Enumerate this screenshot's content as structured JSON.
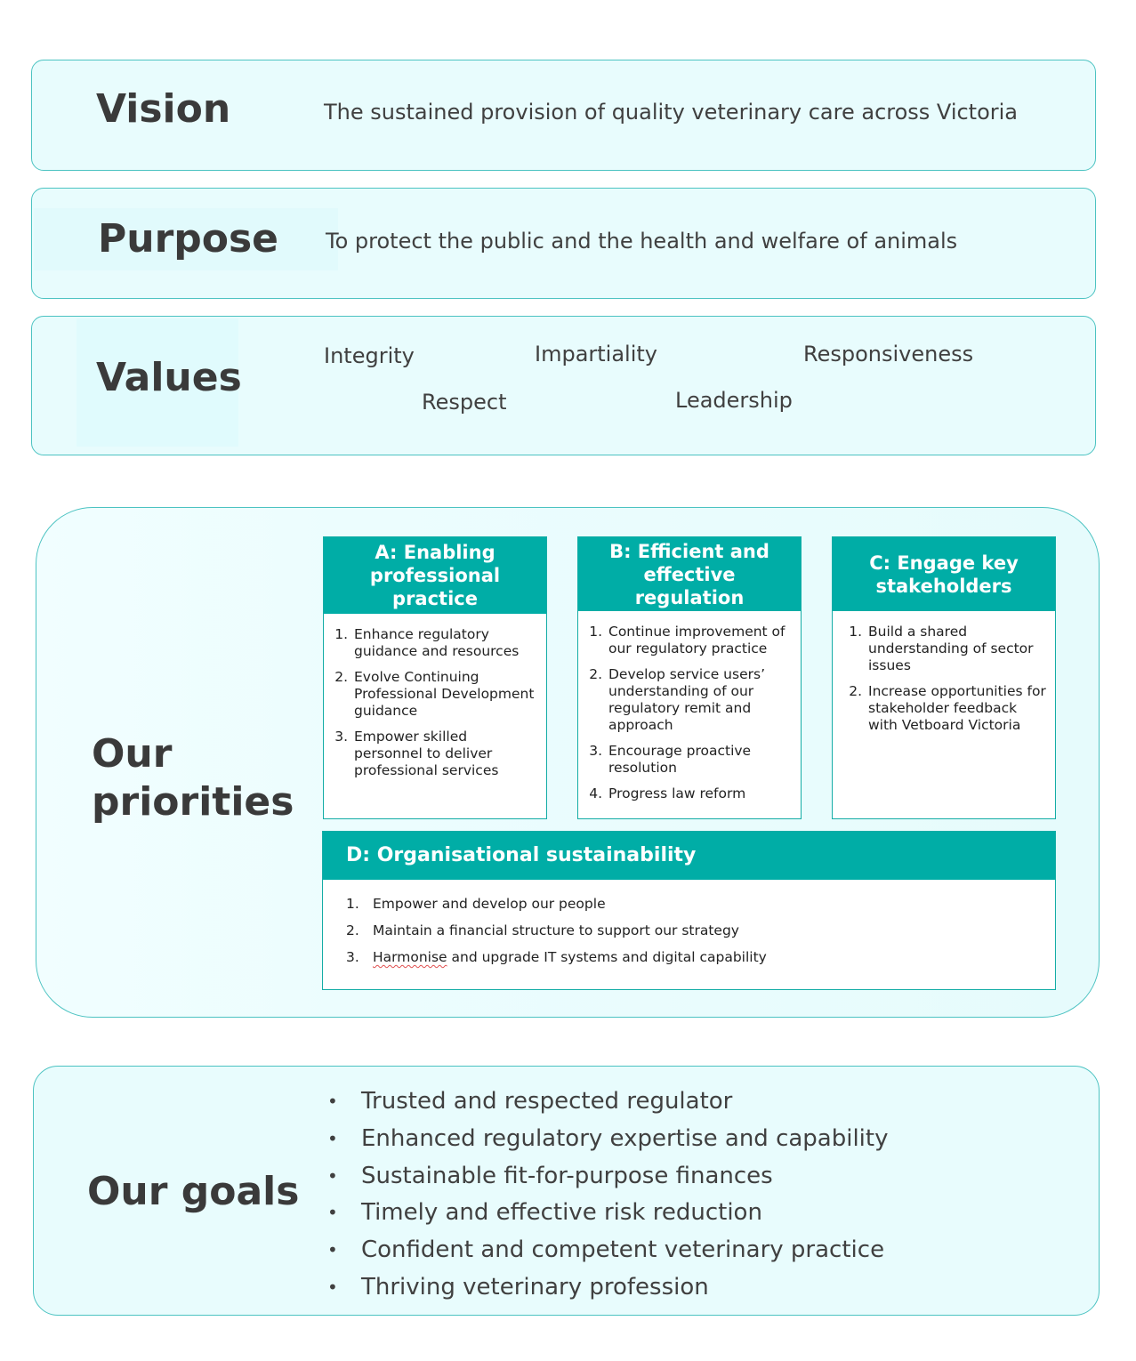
{
  "vision": {
    "heading": "Vision",
    "text": "The sustained provision of quality veterinary care across Victoria"
  },
  "purpose": {
    "heading": "Purpose",
    "text": "To protect the public and the health and welfare of animals"
  },
  "values": {
    "heading": "Values",
    "items": [
      "Integrity",
      "Impartiality",
      "Responsiveness",
      "Respect",
      "Leadership"
    ]
  },
  "priorities": {
    "heading_line1": "Our",
    "heading_line2": "priorities",
    "a": {
      "title": "A:  Enabling professional practice",
      "items": [
        "Enhance regulatory guidance and resources",
        "Evolve Continuing Professional Development guidance",
        "Empower skilled personnel to deliver professional services"
      ]
    },
    "b": {
      "title": "B:  Efficient and effective regulation",
      "items": [
        "Continue improvement of our regulatory practice",
        "Develop service users’ understanding of our regulatory remit and approach",
        "Encourage proactive resolution",
        "Progress law reform"
      ]
    },
    "c": {
      "title": "C: Engage key stakeholders",
      "items": [
        "Build a shared understanding of sector issues",
        "Increase opportunities for stakeholder feedback with Vetboard Victoria"
      ]
    },
    "d": {
      "title": "D:  Organisational sustainability",
      "numbers": [
        "1.",
        "2.",
        "3."
      ],
      "items": [
        "Empower and develop our people",
        "Maintain a financial structure to support our strategy",
        "upgrade IT systems and digital capability"
      ],
      "item3_underlined_word": "Harmonise",
      "item3_conjunction": " and "
    }
  },
  "goals": {
    "heading": "Our goals",
    "bullet": "•",
    "items": [
      "Trusted and respected regulator",
      "Enhanced regulatory expertise and capability",
      "Sustainable fit-for-purpose finances",
      "Timely and effective risk reduction",
      "Confident and competent veterinary practice",
      "Thriving veterinary profession"
    ]
  },
  "colors": {
    "accent": "#00ada6",
    "panel_bg": "#e8fcfd",
    "panel_border": "#4cc3c2",
    "text": "#404040"
  }
}
